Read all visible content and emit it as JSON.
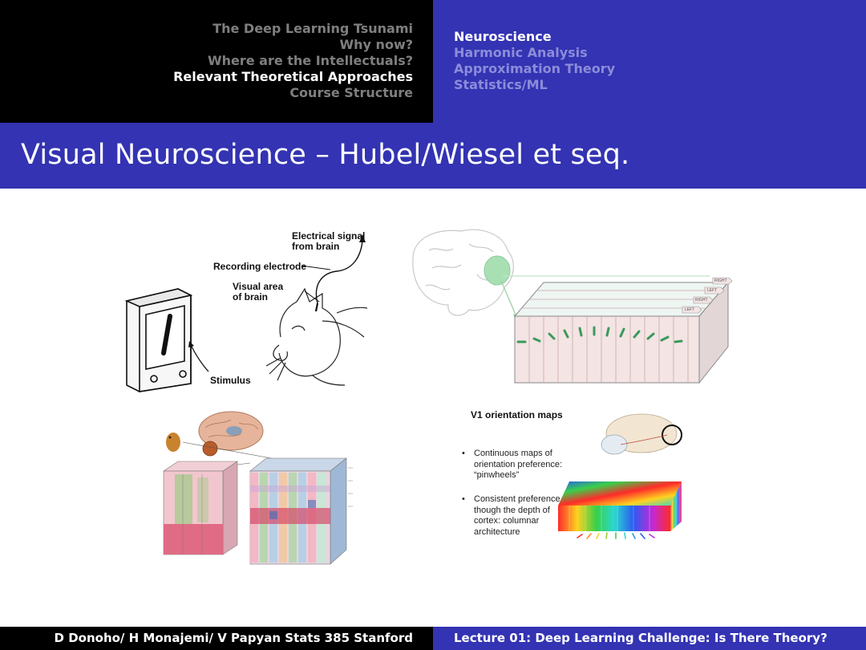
{
  "header": {
    "sections": [
      {
        "label": "The Deep Learning Tsunami",
        "active": false
      },
      {
        "label": "Why now?",
        "active": false
      },
      {
        "label": "Where are the Intellectuals?",
        "active": false
      },
      {
        "label": "Relevant Theoretical Approaches",
        "active": true
      },
      {
        "label": "Course Structure",
        "active": false
      }
    ],
    "subsections": [
      {
        "label": "Neuroscience",
        "active": true
      },
      {
        "label": "Harmonic Analysis",
        "active": false
      },
      {
        "label": "Approximation Theory",
        "active": false
      },
      {
        "label": "Statistics/ML",
        "active": false
      }
    ]
  },
  "slide": {
    "title": "Visual Neuroscience – Hubel/Wiesel et seq."
  },
  "figures": {
    "cat_experiment": {
      "signal_label_1": "Electrical signal",
      "signal_label_2": "from brain",
      "electrode_label": "Recording electrode",
      "visual_area_label_1": "Visual area",
      "visual_area_label_2": "of brain",
      "stimulus_label": "Stimulus"
    },
    "column_diagram": {
      "tags": [
        "RIGHT",
        "LEFT",
        "RIGHT",
        "LEFT"
      ]
    },
    "v1_maps": {
      "title": "V1 orientation maps",
      "bullet_1": "Continuous maps of orientation preference: “pinwheels”",
      "bullet_2": "Consistent preference though the depth of cortex: columnar architecture",
      "bullet_symbol": "•"
    }
  },
  "footer": {
    "left": "D Donoho/ H Monajemi/ V Papyan Stats 385 Stanford",
    "right": "Lecture 01: Deep Learning Challenge:  Is There Theory?"
  },
  "colors": {
    "header_black": "#000000",
    "beamer_blue": "#3333b3",
    "inactive_gray": "#7f7f7f",
    "inactive_blue": "#8c8cd9"
  }
}
